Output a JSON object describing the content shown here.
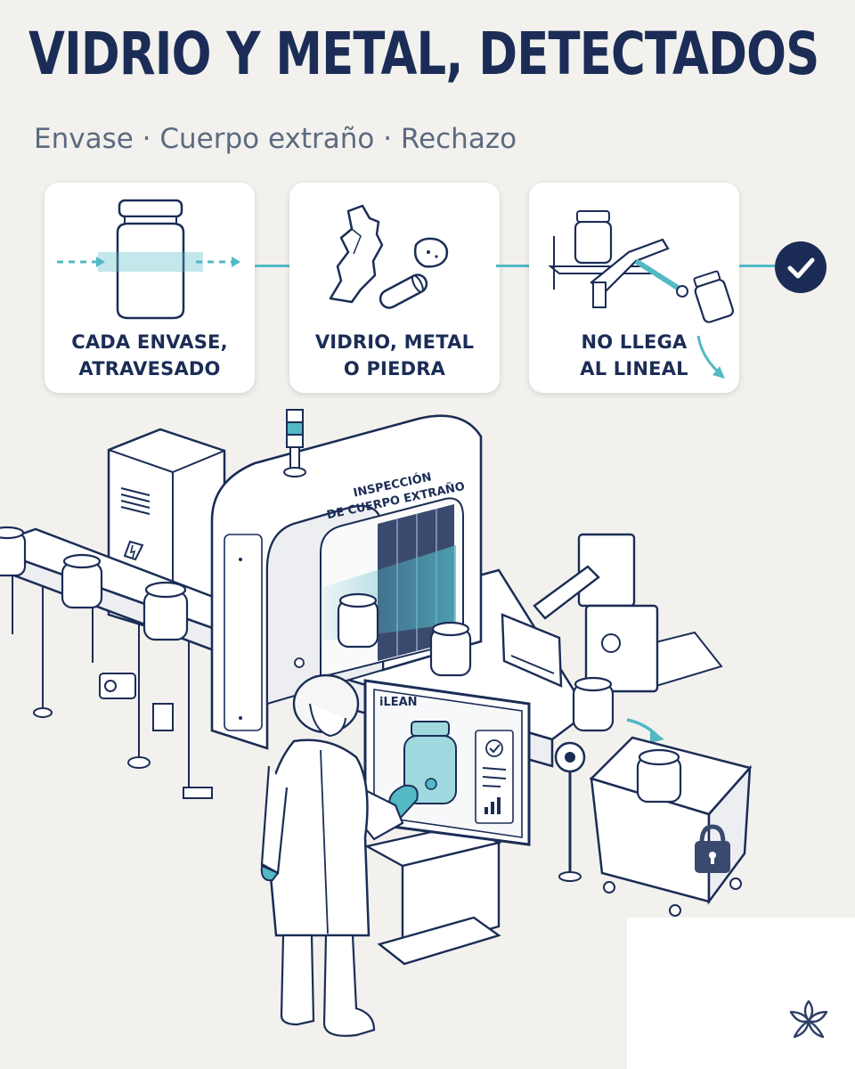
{
  "header": {
    "title": "VIDRIO Y METAL, DETECTADOS",
    "subtitle": "Envase · Cuerpo extraño · Rechazo"
  },
  "steps": [
    {
      "line1": "CADA ENVASE,",
      "line2": "ATRAVESADO",
      "icon": "jar-xray-icon"
    },
    {
      "line1": "VIDRIO, METAL",
      "line2": "O PIEDRA",
      "icon": "foreign-bodies-icon"
    },
    {
      "line1": "NO LLEGA",
      "line2": "AL LINEAL",
      "icon": "reject-arm-icon"
    }
  ],
  "final_icon": "check-circle-icon",
  "machine": {
    "label_line1": "INSPECCIÓN",
    "label_line2": "DE CUERPO EXTRAÑO"
  },
  "screen": {
    "brand": "iLEAN"
  },
  "colors": {
    "navy": "#1b2d56",
    "teal": "#53b9c4",
    "background": "#f3f1ee",
    "subtitle_gray": "#5c6a80"
  }
}
